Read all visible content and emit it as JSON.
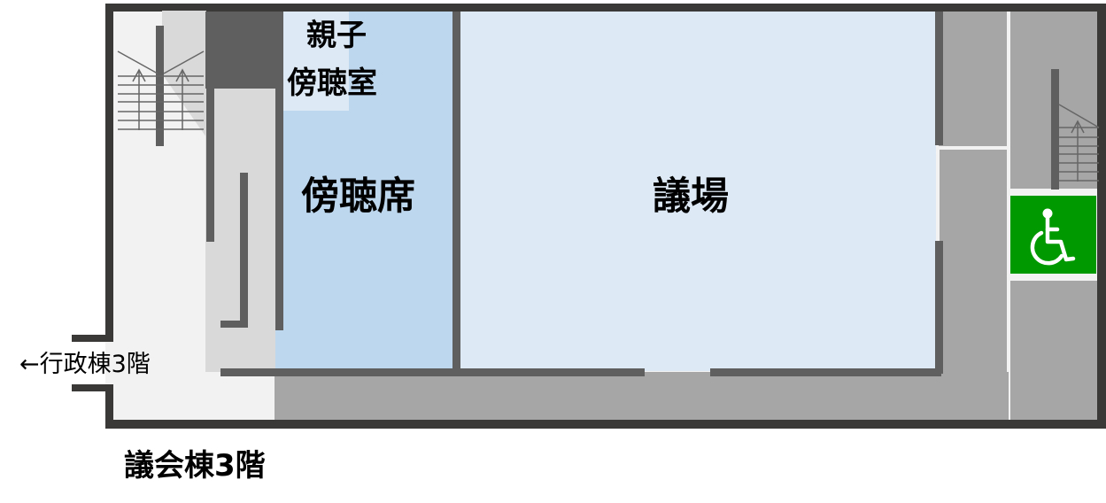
{
  "title": "議会棟3階",
  "connector_label": "←行政棟3階",
  "rooms": {
    "parent_child_gallery": {
      "line1": "親子",
      "line2": "傍聴室"
    },
    "public_gallery": "傍聴席",
    "assembly_hall": "議場"
  },
  "icons": {
    "accessible": "wheelchair-icon",
    "stairs_left": "staircase-icon",
    "stairs_right": "staircase-icon"
  },
  "colors": {
    "outer_wall": "#3a3938",
    "inner_wall": "#5f5f5f",
    "corridor_light": "#f2f2f2",
    "corridor_mid": "#d9d9d9",
    "service_area": "#a6a6a6",
    "gallery": "#bdd7ee",
    "hall": "#ddeaf6",
    "accessible_green": "#009900"
  }
}
